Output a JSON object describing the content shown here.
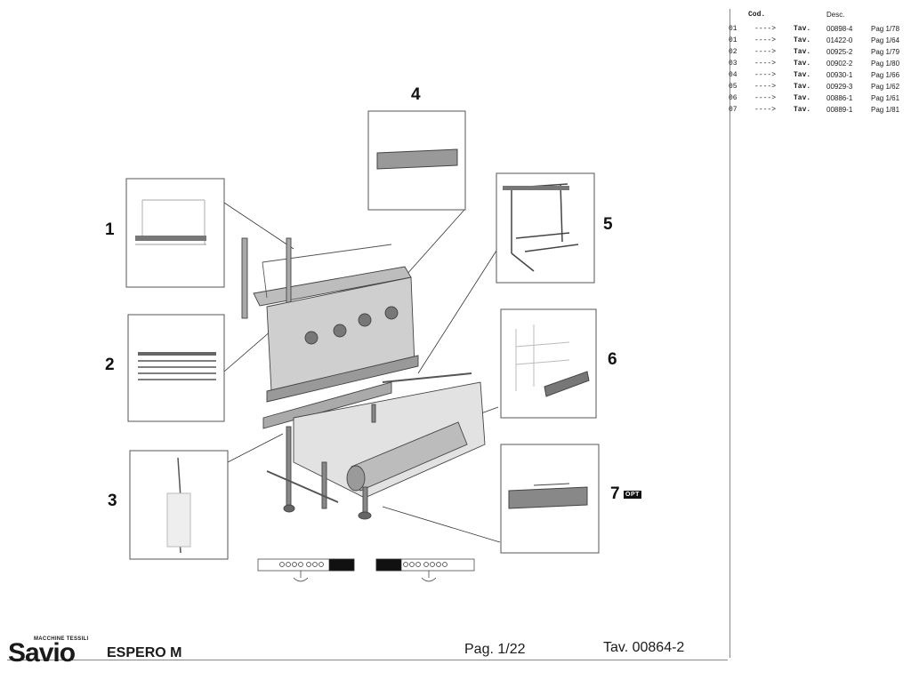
{
  "parts_table": {
    "header_cod": "Cod.",
    "header_desc": "Desc.",
    "rows": [
      {
        "cod": "01",
        "arrow": "---->",
        "tav": "Tav.",
        "desc": "00898-4",
        "pag": "Pag 1/78"
      },
      {
        "cod": "01",
        "arrow": "---->",
        "tav": "Tav.",
        "desc": "01422-0",
        "pag": "Pag 1/64"
      },
      {
        "cod": "02",
        "arrow": "---->",
        "tav": "Tav.",
        "desc": "00925-2",
        "pag": "Pag 1/79"
      },
      {
        "cod": "03",
        "arrow": "---->",
        "tav": "Tav.",
        "desc": "00902-2",
        "pag": "Pag 1/80"
      },
      {
        "cod": "04",
        "arrow": "---->",
        "tav": "Tav.",
        "desc": "00930-1",
        "pag": "Pag 1/66"
      },
      {
        "cod": "05",
        "arrow": "---->",
        "tav": "Tav.",
        "desc": "00929-3",
        "pag": "Pag 1/62"
      },
      {
        "cod": "06",
        "arrow": "---->",
        "tav": "Tav.",
        "desc": "00886-1",
        "pag": "Pag 1/61"
      },
      {
        "cod": "07",
        "arrow": "---->",
        "tav": "Tav.",
        "desc": "00889-1",
        "pag": "Pag 1/81"
      }
    ]
  },
  "callouts": [
    "1",
    "2",
    "3",
    "4",
    "5",
    "6",
    "7"
  ],
  "opt_badge": "OPT",
  "footer": {
    "brand_tag": "MACCHINE TESSILI",
    "brand": "Savio",
    "model": "ESPERO M",
    "page": "Pag. 1/22",
    "tav": "Tav. 00864-2"
  },
  "colors": {
    "ink": "#1a1a1a",
    "paper": "#ffffff",
    "tint": "#8a8a8a"
  }
}
